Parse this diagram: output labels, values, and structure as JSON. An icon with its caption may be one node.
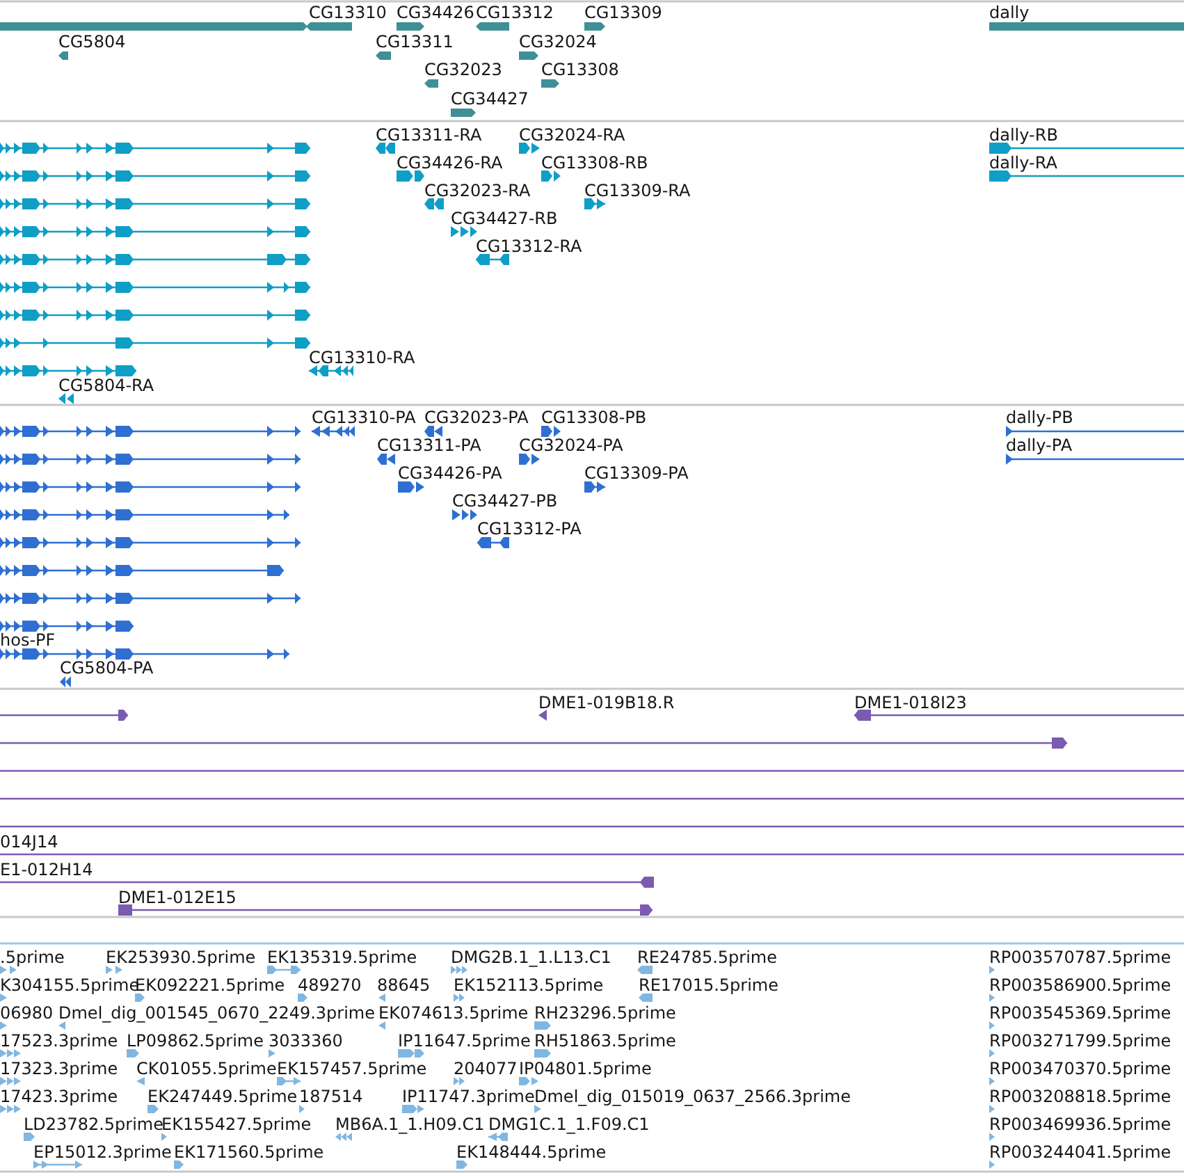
{
  "diagram": {
    "labels": [
      "CG13310",
      "CG34426",
      "CG13312",
      "CG13309",
      "dally",
      "CG5804",
      "CG13311",
      "CG32024",
      "CG32023",
      "CG13308",
      "CG34427",
      "CG13311-RA",
      "CG32024-RA",
      "dally-RB",
      "CG34426-RA",
      "CG13308-RB",
      "dally-RA",
      "CG32023-RA",
      "CG13309-RA",
      "CG34427-RB",
      "CG13312-RA",
      "CG13310-RA",
      "CG5804-RA",
      "CG13310-PA",
      "CG32023-PA",
      "CG13308-PB",
      "dally-PB",
      "CG13311-PA",
      "CG32024-PA",
      "dally-PA",
      "CG34426-PA",
      "CG13309-PA",
      "CG34427-PB",
      "CG13312-PA",
      "hos-PF",
      "CG5804-PA",
      "DME1-019B18.R",
      "DME1-018I23",
      "014J14",
      "E1-012H14",
      "DME1-012E15",
      ".5prime",
      "EK253930.5prime",
      "EK135319.5prime",
      "DMG2B.1_1.L13.C1",
      "RE24785.5prime",
      "RP003570787.5prime",
      "K304155.5prime",
      "EK092221.5prime",
      "489270",
      "88645",
      "EK152113.5prime",
      "RE17015.5prime",
      "RP003586900.5prime",
      "06980",
      "Dmel_dig_001545_0670_2249.3prime",
      "EK074613.5prime",
      "RH23296.5prime",
      "RP003545369.5prime",
      "17523.3prime",
      "LP09862.5prime",
      "3033360",
      "IP11647.5prime",
      "RH51863.5prime",
      "RP003271799.5prime",
      "17323.3prime",
      "CK01055.5prime",
      "EK157457.5prime",
      "204077",
      "IP04801.5prime",
      "RP003470370.5prime",
      "17423.3prime",
      "EK247449.5prime",
      "187514",
      "IP11747.3prime",
      "Dmel_dig_015019_0637_2566.3prime",
      "RP003208818.5prime",
      "LD23782.5prime",
      "EK155427.5prime",
      "MB6A.1_1.H09.C1",
      "DMG1C.1_1.F09.C1",
      "RP003469936.5prime",
      "EP15012.3prime",
      "EK171560.5prime",
      "EK148444.5prime",
      "RP003244041.5prime"
    ]
  }
}
